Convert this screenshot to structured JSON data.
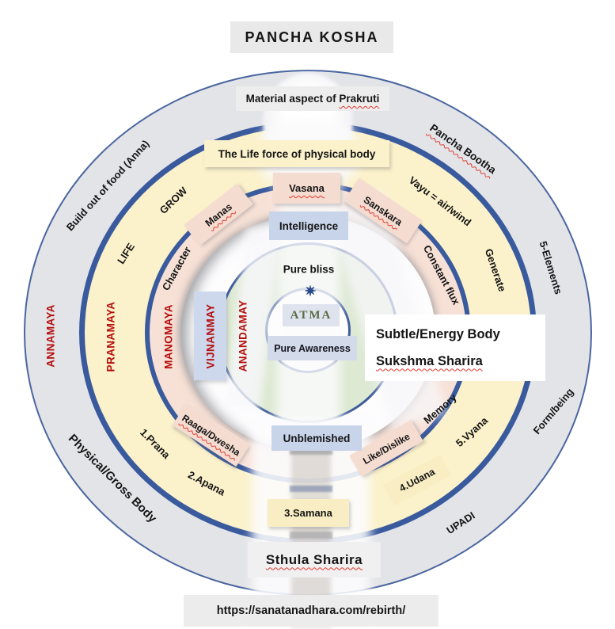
{
  "header": {
    "title": "PANCHA KOSHA",
    "subtitle_prefix": "Material aspect of ",
    "subtitle_word": "Prakruti"
  },
  "annamaya": {
    "label": "ANNAMAYA",
    "build": "Build out of food (Anna)",
    "pancha_bootha": "Pancha Bootha",
    "five_elements": "5-Elements",
    "form_being": "Form/being",
    "upadi": "UPADI",
    "physical": "Physical/Gross Body"
  },
  "pranamaya": {
    "label": "PRANAMAYA",
    "life_force": "The Life force of physical body",
    "grow": "GROW",
    "life": "LIFE",
    "vayu": "Vayu = air/wind",
    "generate": "Generate",
    "vayus": [
      "1.Prana",
      "2.Apana",
      "3.Samana",
      "4.Udana",
      "5.Vyana"
    ]
  },
  "manomaya": {
    "label": "MANOMAYA",
    "vasana": "Vasana",
    "manas": "Manas",
    "sanskara": "Sanskara",
    "character": "Character",
    "constant_flux": "Constant flux",
    "raaga_dwesha": "Raaga/Dwesha",
    "like_dislike": "Like/Dislike",
    "memory": "Memory"
  },
  "vijnanamaya": {
    "label": "VIJNANMAY",
    "intelligence": "Intelligence",
    "unblemished": "Unblemished"
  },
  "anandamaya": {
    "label": "ANANDAMAY",
    "pure_bliss": "Pure bliss"
  },
  "core": {
    "atma": "ATMA",
    "pure_awareness": "Pure Awareness",
    "star": "✷"
  },
  "callouts": {
    "subtle_energy": "Subtle/Energy Body",
    "sukshma": "Sukshma Sharira",
    "sthula": "Sthula Sharira"
  },
  "footer": {
    "url": "https://sanatanadhara.com/rebirth/"
  },
  "colors": {
    "ring_border": "#3a5a9e",
    "outer_fill": "#e3e4e8",
    "prana_fill": "#fbf1ca",
    "mano_fill": "#f7e1d6",
    "ananda_fill": "#dde9d3",
    "kosha_red": "#b50d0d",
    "wavy_red": "#e0392e",
    "box_blue": "#c8d4ea",
    "box_pink": "#f5dcd0",
    "box_yellow": "#f9eec3"
  }
}
